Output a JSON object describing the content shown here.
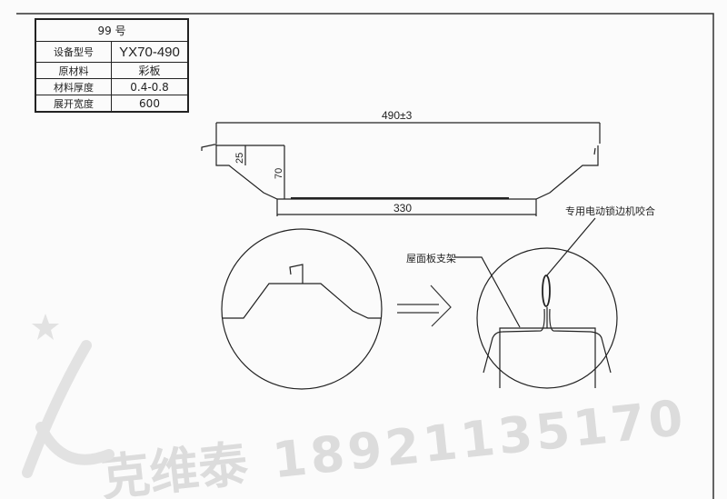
{
  "spec_table": {
    "title": "99 号",
    "rows": [
      {
        "label": "设备型号",
        "value": "YX70-490"
      },
      {
        "label": "原材料",
        "value": "彩板"
      },
      {
        "label": "材料厚度",
        "value": "0.4-0.8"
      },
      {
        "label": "展开宽度",
        "value": "600"
      }
    ]
  },
  "profile": {
    "overall_width": "490±3",
    "flange_height": "25",
    "rib_height": "70",
    "bottom_width": "330"
  },
  "detail": {
    "support_label": "屋面板支架",
    "seam_label": "专用电动锁边机咬合"
  },
  "watermark": {
    "brand": "克维泰",
    "phone": "18921135170"
  }
}
